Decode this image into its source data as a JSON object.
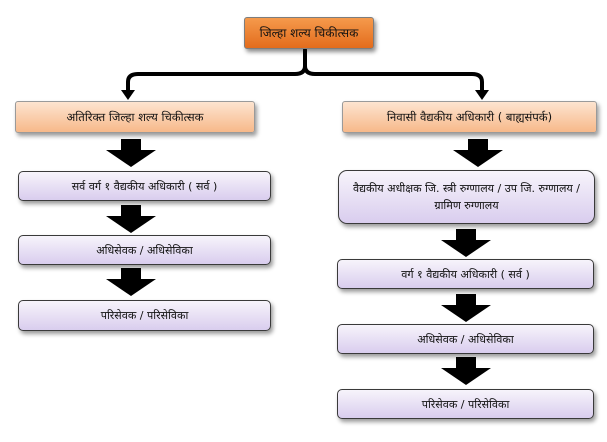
{
  "root": {
    "label": "जिल्हा शल्य चिकीत्सक"
  },
  "left": {
    "head": "अतिरिक्त जिल्हा शल्य चिकीत्सक",
    "items": [
      "सर्व वर्ग १ वैद्यकीय अधिकारी ( सर्व )",
      "अधिसेवक /  अधिसेविका",
      "परिसेवक /  परिसेविका"
    ]
  },
  "right": {
    "head": "निवासी वैद्यकीय अधिकारी ( बाह्यसंपर्क)",
    "items": [
      "वैद्यकीय अधीक्षक जि. स्त्री रुग्णालय /  उप जि. रुग्णालय /  ग्रामिण रुग्णालय",
      "वर्ग १ वैद्यकीय अधिकारी ( सर्व )",
      "अधिसेवक /  अधिसेविका",
      "परिसेवक /  परिसेविका"
    ]
  }
}
